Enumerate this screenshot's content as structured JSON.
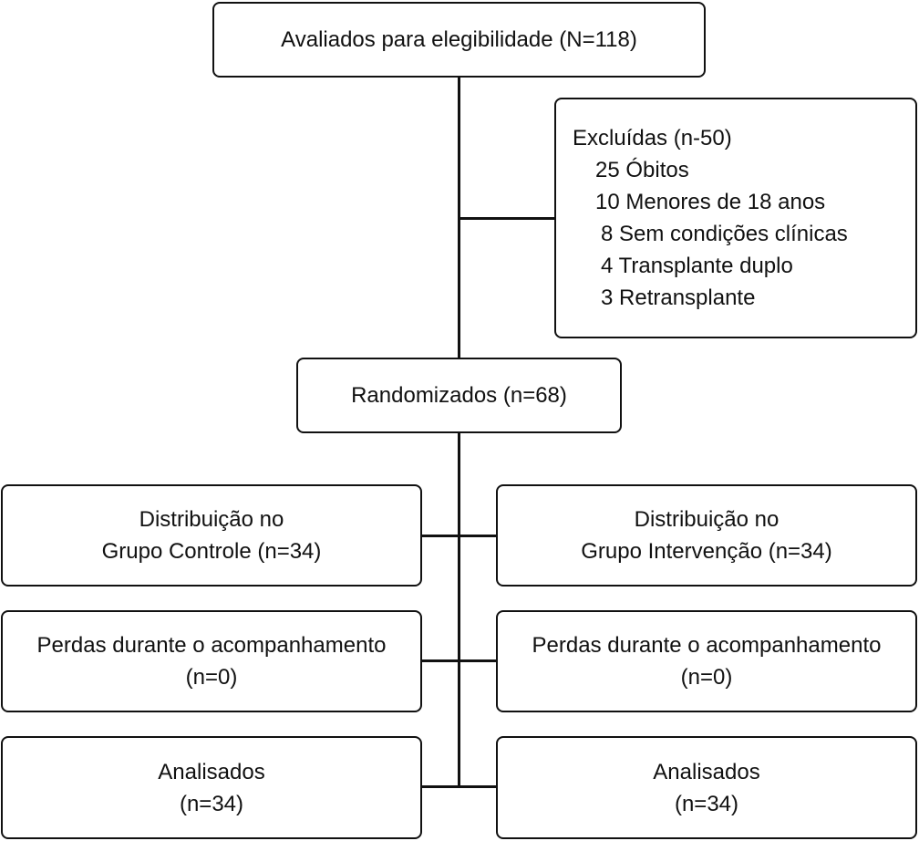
{
  "flow": {
    "eligibility": "Avaliados para elegibilidade (N=118)",
    "excluded": {
      "title": "Excluídas (n-50)",
      "items": [
        "25 Óbitos",
        "10 Menores de 18 anos",
        "8 Sem condições clínicas",
        "4 Transplante duplo",
        "3 Retransplante"
      ]
    },
    "randomized": "Randomizados (n=68)",
    "control": {
      "allocation": [
        "Distribuição no",
        "Grupo Controle (n=34)"
      ],
      "losses": [
        "Perdas durante o acompanhamento",
        "(n=0)"
      ],
      "analyzed": [
        "Analisados",
        "(n=34)"
      ]
    },
    "intervention": {
      "allocation": [
        "Distribuição no",
        "Grupo Intervenção (n=34)"
      ],
      "losses": [
        "Perdas durante o acompanhamento",
        "(n=0)"
      ],
      "analyzed": [
        "Analisados",
        "(n=34)"
      ]
    }
  }
}
